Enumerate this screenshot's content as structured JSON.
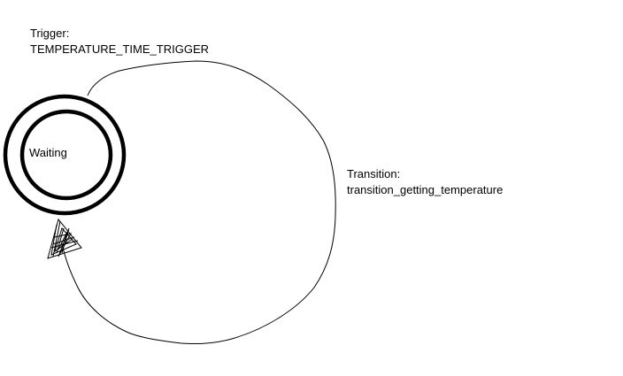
{
  "trigger": {
    "heading": "Trigger:",
    "name": "TEMPERATURE_TIME_TRIGGER"
  },
  "transition": {
    "heading": "Transition:",
    "name": "transition_getting_temperature"
  },
  "state": {
    "name": "Waiting"
  },
  "colors": {
    "stroke": "#000000",
    "background": "#ffffff"
  }
}
